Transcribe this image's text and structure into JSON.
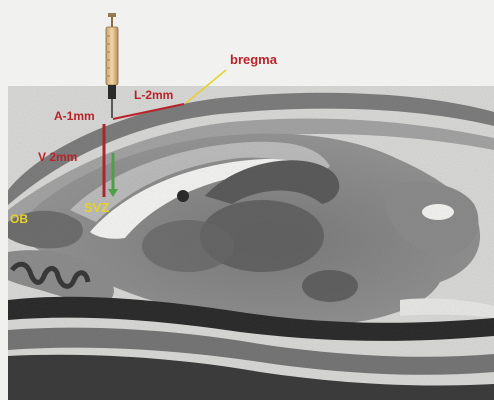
{
  "figure": {
    "labels": {
      "bregma": "bregma",
      "lateral": "L-2mm",
      "anterior": "A-1mm",
      "ventral": "V 2mm",
      "svz": "SVZ",
      "ob": "OB"
    },
    "colors": {
      "red_label": "#b8232a",
      "yellow_label": "#e7d22a",
      "needle_red": "#a8262c",
      "needle_green": "#4f9e4a",
      "section_dark": "#4a4a4a",
      "background": "#f1f1ef"
    },
    "icons": {
      "syringe": "syringe-icon"
    }
  }
}
